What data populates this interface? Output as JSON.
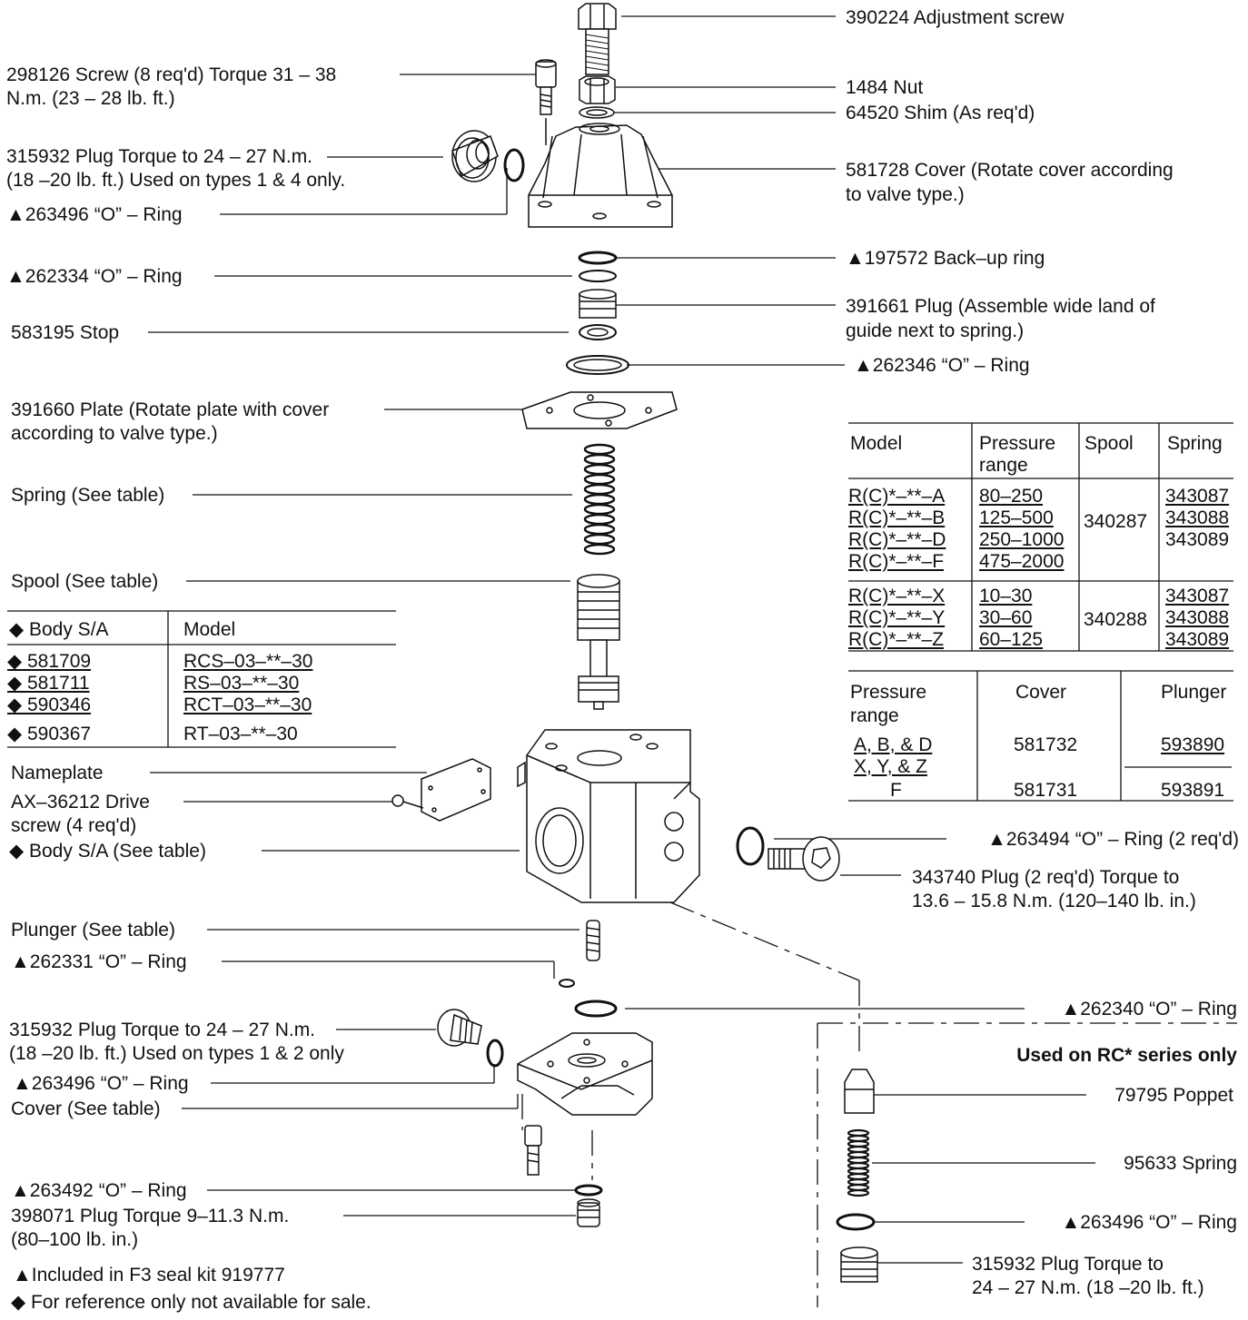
{
  "labels": {
    "adjustment_screw": "390224 Adjustment screw",
    "nut": "1484 Nut",
    "shim": "64520 Shim (As req'd)",
    "cover_top_1": "581728 Cover (Rotate cover according",
    "cover_top_2": "to valve type.)",
    "backup_ring": "▲197572 Back–up ring",
    "plug_391661_1": "391661 Plug (Assemble wide land of",
    "plug_391661_2": "guide next to spring.)",
    "oring_262346": "▲262346 “O” – Ring",
    "screw_298126_1": "298126 Screw (8 req'd) Torque 31 – 38",
    "screw_298126_2": "N.m. (23 – 28 lb. ft.)",
    "plug_315932_top_1": "315932 Plug Torque to 24 – 27 N.m.",
    "plug_315932_top_2": "(18 –20 lb. ft.) Used on types 1 & 4 only.",
    "oring_263496_top": "▲263496 “O” – Ring",
    "oring_262334": "▲262334 “O” – Ring",
    "stop_583195": "583195 Stop",
    "plate_391660_1": "391660 Plate (Rotate plate with cover",
    "plate_391660_2": "according to valve type.)",
    "spring_see_table": "Spring (See table)",
    "spool_see_table": "Spool (See table)",
    "nameplate": "Nameplate",
    "drive_screw_1": "AX–36212 Drive",
    "drive_screw_2": "screw (4 req'd)",
    "body_sa": "◆ Body S/A (See table)",
    "oring_263494": "▲263494 “O” – Ring (2 req'd)",
    "plug_343740_1": "343740 Plug (2 req'd) Torque to",
    "plug_343740_2": "13.6 – 15.8 N.m. (120–140 lb. in.)",
    "plunger_see_table": "Plunger (See table)",
    "oring_262331": "▲262331 “O” – Ring",
    "oring_262340": "▲262340 “O” – Ring",
    "plug_315932_bot_1": "315932 Plug Torque to 24 – 27 N.m.",
    "plug_315932_bot_2": "(18 –20 lb. ft.) Used on types 1 & 2 only",
    "oring_263496_bot": "▲263496 “O” – Ring",
    "cover_see_table": "Cover (See table)",
    "oring_263492": "▲263492 “O” – Ring",
    "plug_398071_1": "398071 Plug Torque 9–11.3 N.m.",
    "plug_398071_2": "(80–100 lb. in.)",
    "rc_series_title": "Used on RC* series only",
    "poppet": "79795 Poppet",
    "spring_95633": "95633 Spring",
    "oring_263496_rc": "▲263496 “O” – Ring",
    "plug_315932_rc_1": "315932 Plug Torque to",
    "plug_315932_rc_2": "24 – 27 N.m. (18 –20 lb. ft.)"
  },
  "notes": {
    "seal_kit": "▲Included in F3 seal kit 919777",
    "reference_only": "◆ For reference only not available for sale."
  },
  "body_table": {
    "headers": [
      "◆ Body S/A",
      "Model"
    ],
    "rows": [
      [
        "◆ 581709",
        "RCS–03–**–30"
      ],
      [
        "◆ 581711",
        "RS–03–**–30"
      ],
      [
        "◆ 590346",
        "RCT–03–**–30"
      ],
      [
        "◆ 590367",
        "RT–03–**–30"
      ]
    ]
  },
  "model_table": {
    "headers": [
      "Model",
      "Pressure",
      "range",
      "Spool",
      "Spring"
    ],
    "models": [
      "R(C)*–**–A",
      "R(C)*–**–B",
      "R(C)*–**–D",
      "R(C)*–**–F",
      "R(C)*–**–X",
      "R(C)*–**–Y",
      "R(C)*–**–Z"
    ],
    "ranges": [
      "80–250",
      "125–500",
      "250–1000",
      "475–2000",
      "10–30",
      "30–60",
      "60–125"
    ],
    "spools": [
      "340287",
      "340288"
    ],
    "springs": [
      "343087",
      "343088",
      "343089",
      "343087",
      "343088",
      "343089"
    ]
  },
  "cover_table": {
    "headers": [
      "Pressure",
      "range",
      "Cover",
      "Plunger"
    ],
    "ranges": [
      "A, B, & D",
      "X, Y, & Z",
      "F"
    ],
    "covers": [
      "581732",
      "581731"
    ],
    "plungers": [
      "593890",
      "593891"
    ]
  }
}
